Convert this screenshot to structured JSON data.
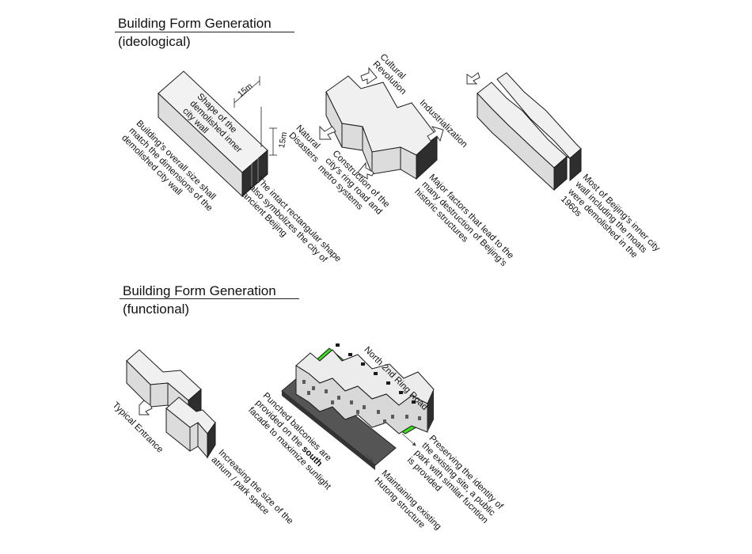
{
  "sections": {
    "ideological": {
      "title": "Building Form Generation",
      "subtitle": "(ideological)"
    },
    "functional": {
      "title": "Building Form Generation",
      "subtitle": "(functional)"
    }
  },
  "labels": {
    "shape_inner_wall": [
      "Shape of the",
      "demolished inner",
      "city wall"
    ],
    "dim_width": "15m",
    "dim_height": "15m",
    "overall_size": [
      "Building's overall size shall",
      "match the dimensions of the",
      "demolished city wall"
    ],
    "intact_rect": [
      "The intact rectangular shape",
      "also symbolizes the city of",
      "ancient Beijing"
    ],
    "cultural_revolution": [
      "Cultural",
      "Revolution"
    ],
    "industrialization": "Industrialization",
    "natural_disasters": [
      "Natural",
      "Disasters"
    ],
    "construction_ring": [
      "Construction of the",
      "city's ring road and",
      "metro systems"
    ],
    "major_factors": [
      "Major factors that lead to the",
      "many destruction of Beijing's",
      "historic structures"
    ],
    "most_of_beijing": [
      "Most of Beijing's inner city",
      "wall including the moats",
      "were demolished in the",
      "1960s"
    ],
    "typical_entrance": "Typical Entrance",
    "increasing_atrium": [
      "Increasing the size of the",
      "atrium / park space"
    ],
    "punched_balconies": {
      "line1": "Punched balconies are",
      "line2_pre": "provided on the ",
      "line2_bold": "south",
      "line3": "facade to maximize sunlight"
    },
    "north_ring_road": "North 2nd Ring Road",
    "preserving_identity": [
      "Preserving the identity of",
      "the existing site, a public",
      "park with similar fucntion",
      "is provided"
    ],
    "maintaining_hutong": [
      "Maintaining existing",
      "Hutong structure"
    ]
  },
  "colors": {
    "block_top": "#f0f0f0",
    "block_side": "#dcdcdc",
    "block_end": "#2e2e2e",
    "park_green": "#3ddc1e",
    "outline": "#1a1a1a",
    "road": "#555555"
  }
}
